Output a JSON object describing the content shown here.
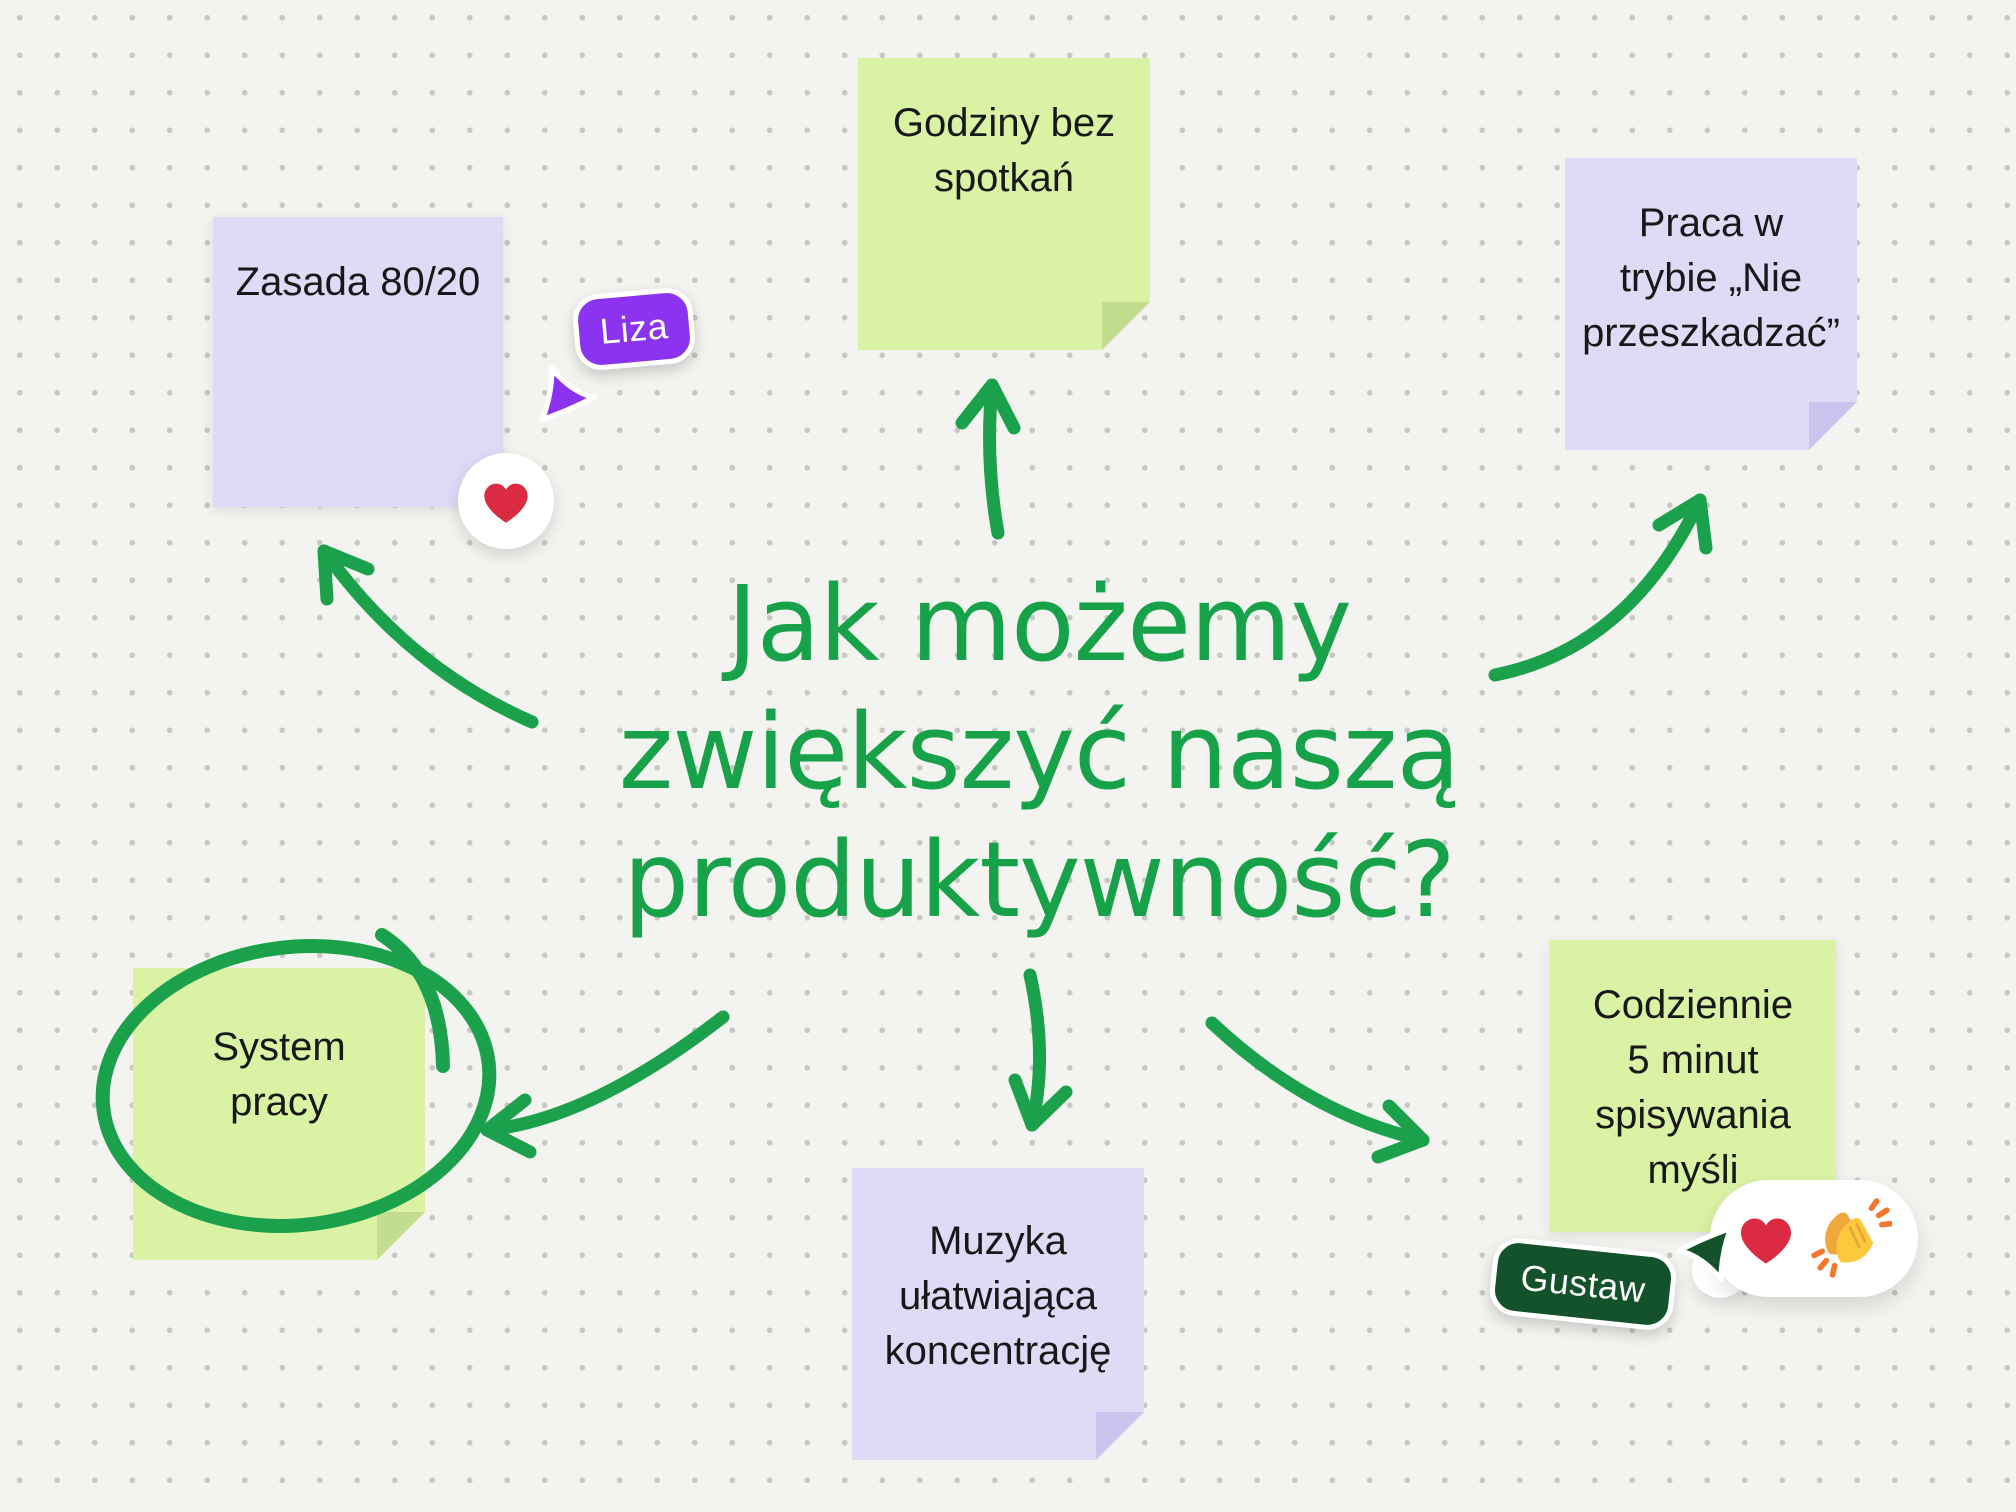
{
  "board": {
    "title": "Jak możemy\nzwiększyć naszą\nproduktywność?",
    "title_color": "#17A24A",
    "background_color": "#F3F3F0",
    "dot_color": "#C7C7C4",
    "accent_green": "#1BA14B"
  },
  "notes": [
    {
      "key": "zasada",
      "text": "Zasada 80/20",
      "variant": "lavender"
    },
    {
      "key": "godziny",
      "text": "Godziny bez\nspotkań",
      "variant": "green"
    },
    {
      "key": "praca",
      "text": "Praca w\ntrybie „Nie\nprzeszkadzać”",
      "variant": "lavender"
    },
    {
      "key": "system",
      "text": "System\npracy",
      "variant": "green"
    },
    {
      "key": "muzyka",
      "text": "Muzyka\nułatwiająca\nkoncentrację",
      "variant": "lavender"
    },
    {
      "key": "codziennie",
      "text": "Codziennie\n5 minut\nspisywania\nmyśli",
      "variant": "green"
    }
  ],
  "note_colors": {
    "sticky_green": "#D9F2A4",
    "sticky_green_fold": "#C2DD8D",
    "sticky_lavender": "#DFDAF6",
    "sticky_lavender_fold": "#CBC3EE"
  },
  "collaborators": [
    {
      "name": "Liza",
      "color": "#8B33F0"
    },
    {
      "name": "Gustaw",
      "color": "#14522C"
    }
  ],
  "reactions": {
    "note_zasada": [
      "heart"
    ],
    "note_codziennie": [
      "heart",
      "clap"
    ],
    "heart_color": "#DB2B42",
    "clap_hand_color": "#FBC93D",
    "clap_back_hand_color": "#F0A73C",
    "clap_burst_color": "#F4772E"
  }
}
